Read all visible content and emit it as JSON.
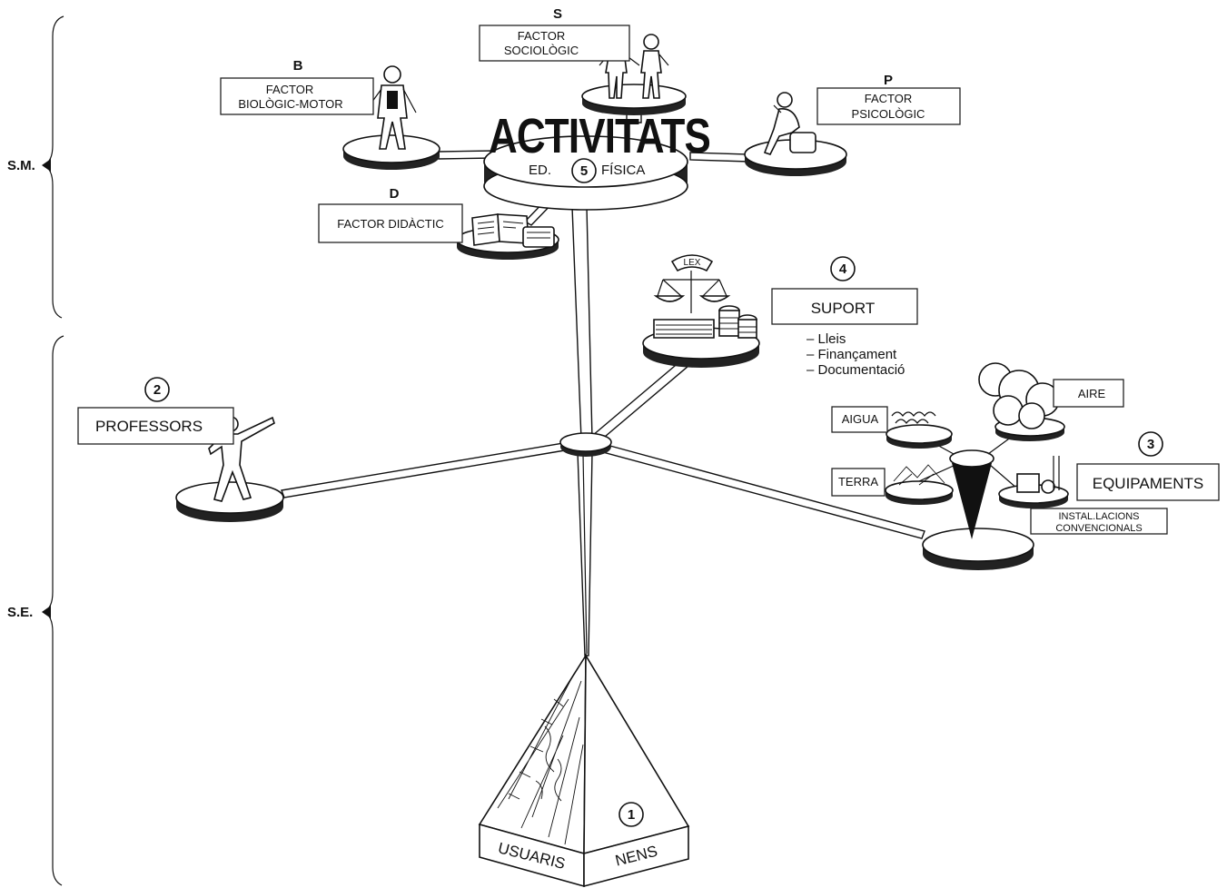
{
  "side_labels": {
    "top": "S.M.",
    "bottom": "S.E."
  },
  "central": {
    "title": "ACTIVITATS",
    "left": "ED.",
    "number": "5",
    "right": "FÍSICA"
  },
  "factors": {
    "social": {
      "letter": "S",
      "line1": "FACTOR",
      "line2": "SOCIOLÒGIC"
    },
    "bio": {
      "letter": "B",
      "line1": "FACTOR",
      "line2": "BIOLÒGIC-MOTOR"
    },
    "psycho": {
      "letter": "P",
      "line1": "FACTOR",
      "line2": "PSICOLÒGIC"
    },
    "didactic": {
      "letter": "D",
      "line1": "FACTOR DIDÀCTIC"
    }
  },
  "support": {
    "number": "4",
    "label": "SUPORT",
    "lex": "LEX",
    "items": [
      "– Lleis",
      "– Finançament",
      "– Documentació"
    ]
  },
  "teachers": {
    "number": "2",
    "label": "PROFESSORS"
  },
  "equipment": {
    "number": "3",
    "label": "EQUIPAMENTS",
    "aire": "AIRE",
    "aigua": "AIGUA",
    "terra": "TERRA",
    "install_line1": "INSTAL.LACIONS",
    "install_line2": "CONVENCIONALS"
  },
  "users": {
    "number": "1",
    "left": "USUARIS",
    "right": "NENS"
  }
}
